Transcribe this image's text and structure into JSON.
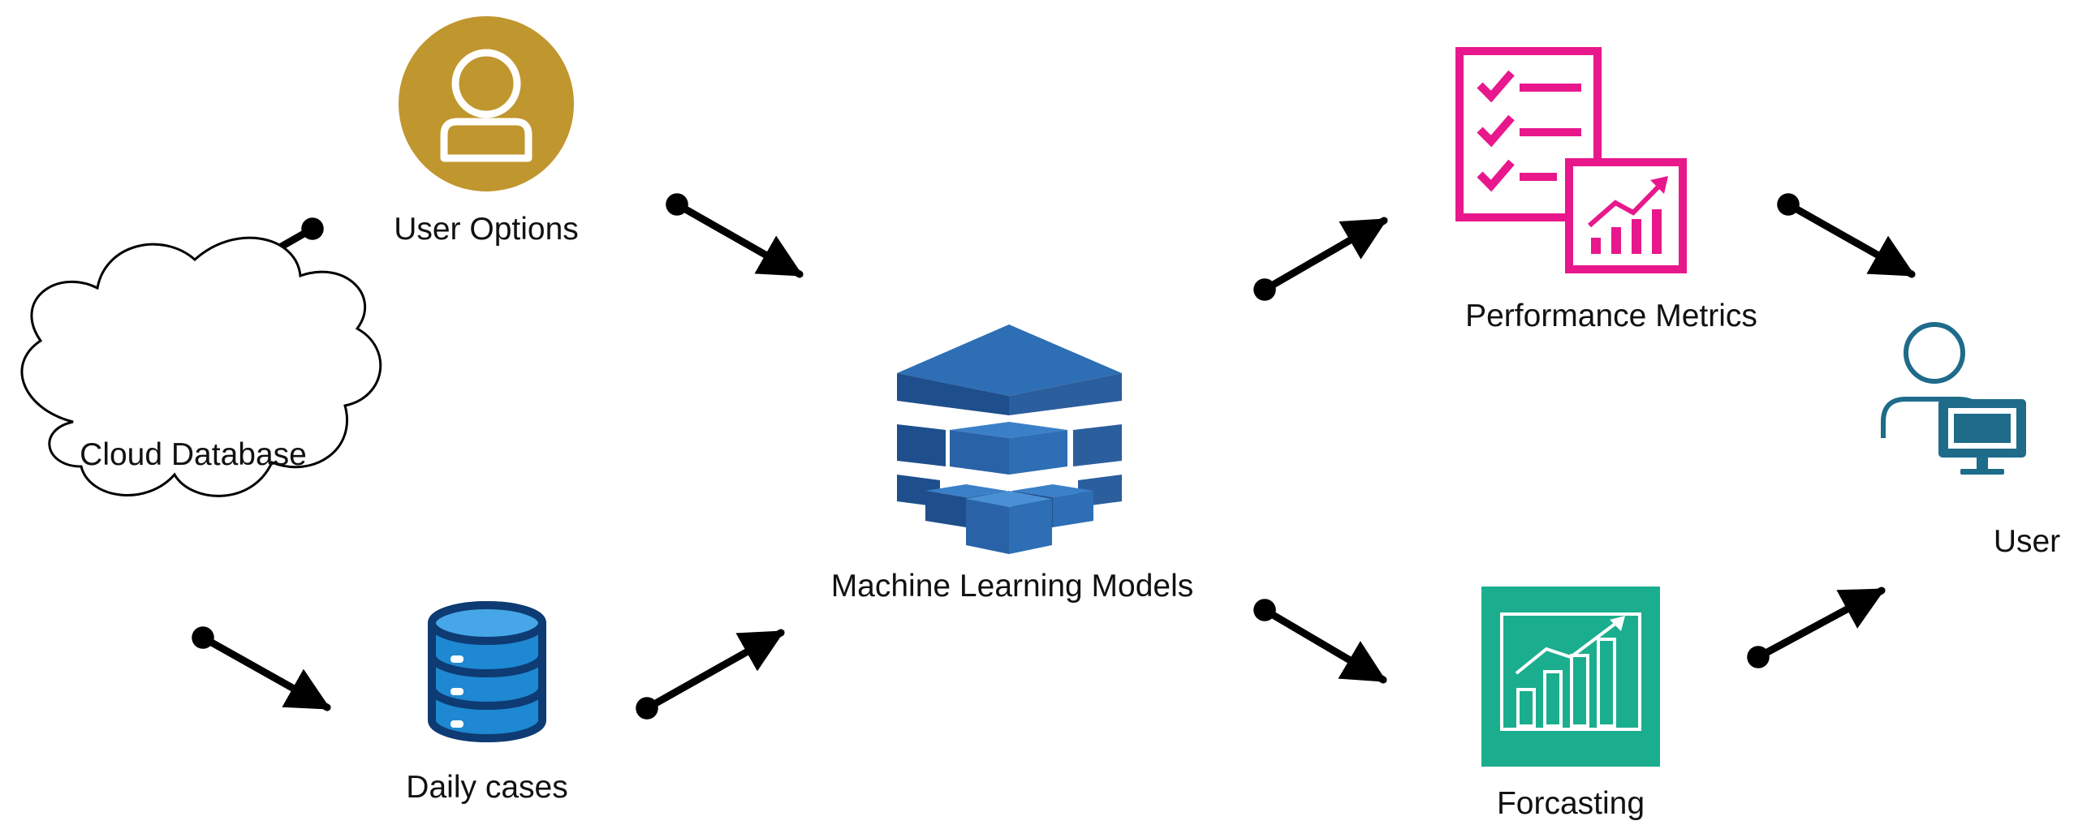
{
  "nodes": {
    "user_options": {
      "label": "User Options",
      "icon": "user-circle-icon",
      "color": "#C0962E"
    },
    "cloud_database": {
      "label": "Cloud Database",
      "icon": "cloud-icon",
      "color": "#000000"
    },
    "daily_cases": {
      "label": "Daily cases",
      "icon": "database-icon",
      "color": "#1E88D2"
    },
    "ml_models": {
      "label": "Machine Learning Models",
      "icon": "stacked-cubes-icon",
      "color": "#2E6DB4"
    },
    "performance_metrics": {
      "label": "Performance Metrics",
      "icon": "checklist-chart-icon",
      "color": "#E8188C"
    },
    "forecasting": {
      "label": "Forcasting",
      "icon": "growth-chart-icon",
      "color": "#1BAE8E"
    },
    "user": {
      "label": "User",
      "icon": "user-computer-icon",
      "color": "#1E6B8A"
    }
  },
  "connectors": [
    {
      "from": "user_options",
      "to": "cloud_database"
    },
    {
      "from": "user_options",
      "to": "ml_models"
    },
    {
      "from": "cloud_database",
      "to": "daily_cases"
    },
    {
      "from": "daily_cases",
      "to": "ml_models"
    },
    {
      "from": "ml_models",
      "to": "performance_metrics"
    },
    {
      "from": "ml_models",
      "to": "forecasting"
    },
    {
      "from": "performance_metrics",
      "to": "user"
    },
    {
      "from": "forecasting",
      "to": "user"
    }
  ]
}
